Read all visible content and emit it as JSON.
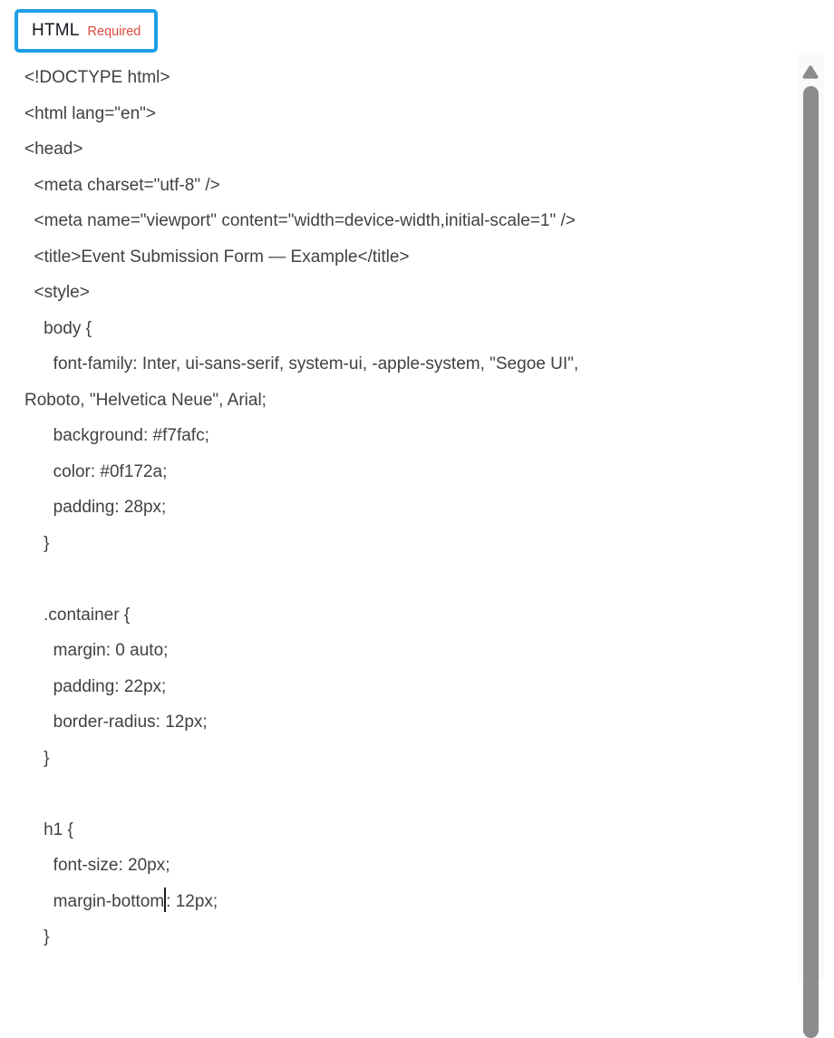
{
  "field": {
    "label": "HTML",
    "required_badge": "Required"
  },
  "colors": {
    "focus_ring": "#1e9fe8",
    "required_red": "#e0493f",
    "code_text": "#414141",
    "label_text": "#15151d",
    "scrollbar_gray": "#8c8c8c"
  },
  "code": {
    "lines": [
      "<!DOCTYPE html>",
      "<html lang=\"en\">",
      "<head>",
      "  <meta charset=\"utf-8\" />",
      "  <meta name=\"viewport\" content=\"width=device-width,initial-scale=1\" />",
      "  <title>Event Submission Form — Example</title>",
      "  <style>",
      "    body {",
      "      font-family: Inter, ui-sans-serif, system-ui, -apple-system, \"Segoe UI\",",
      "Roboto, \"Helvetica Neue\", Arial;",
      "      background: #f7fafc;",
      "      color: #0f172a;",
      "      padding: 28px;",
      "    }",
      "",
      "    .container {",
      "      margin: 0 auto;",
      "      padding: 22px;",
      "      border-radius: 12px;",
      "    }",
      "",
      "    h1 {",
      "      font-size: 20px;",
      "      margin-bottom: 12px;",
      "    }"
    ],
    "caret": {
      "line_index": 23,
      "after_text": "margin-bottom"
    }
  }
}
